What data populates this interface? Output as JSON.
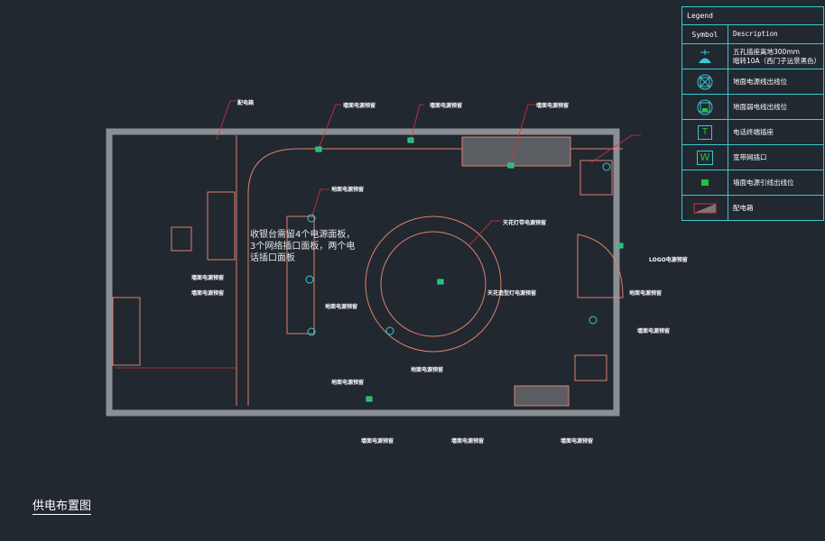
{
  "legend": {
    "title": "Legend",
    "col_symbol": "Symbol",
    "col_description": "Description",
    "items": [
      {
        "icon": "floor-socket-icon",
        "desc": "五孔插座离地300mm",
        "desc2": "暗转10A（西门子远景黑色）"
      },
      {
        "icon": "floor-power-outlet-icon",
        "desc": "地面电源线出线位"
      },
      {
        "icon": "floor-weak-current-outlet-icon",
        "desc": "地面弱电线出线位"
      },
      {
        "icon": "phone-terminal-icon",
        "glyph": "T",
        "desc": "电话终端插座"
      },
      {
        "icon": "broadband-port-icon",
        "glyph": "W",
        "desc": "宽带网插口"
      },
      {
        "icon": "wall-power-outlet-icon",
        "desc": "墙面电源引线出线位"
      },
      {
        "icon": "distribution-box-icon",
        "desc": "配电箱"
      }
    ]
  },
  "labels": [
    "配电箱",
    "墙面电源预留",
    "墙面电源预留",
    "墙面电源预留",
    "地面电源预留",
    "天花灯带电源预留",
    "LOGO电源预留",
    "墙面电源预留",
    "墙面电源预留",
    "地面电源预留",
    "天花造型灯电源预留",
    "地面电源预留",
    "墙面电源预留",
    "地面电源预留",
    "地面电源预留",
    "墙面电源预留",
    "墙面电源预留",
    "墙面电源预留"
  ],
  "note": "收银台需留4个电源面板，3个网络插口面板，两个电话插口面板",
  "title": "供电布置图",
  "colors": {
    "wall": "#e08070",
    "leader": "#e03030",
    "legend": "#3cc8d0"
  }
}
